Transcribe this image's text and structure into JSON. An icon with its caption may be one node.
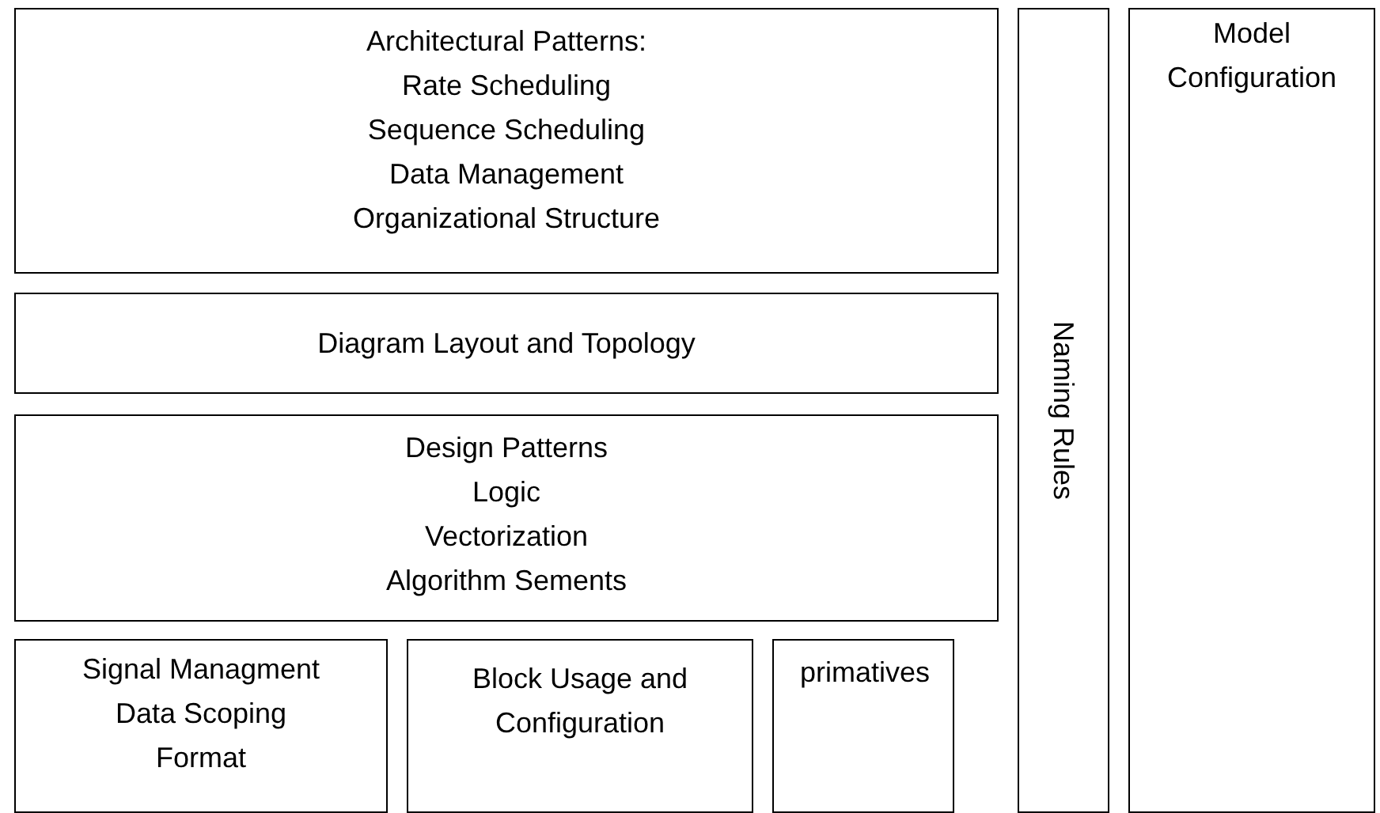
{
  "diagram": {
    "nodes": [
      {
        "text": [
          "Architectural Patterns:",
          "Rate Scheduling",
          "Sequence Scheduling",
          "Data Management",
          "Organizational Structure"
        ]
      },
      {
        "text": [
          "Diagram Layout and Topology"
        ]
      },
      {
        "text": [
          "Design Patterns",
          "Logic",
          "Vectorization",
          "Algorithm Sements"
        ]
      },
      {
        "text": [
          "Signal Managment",
          "Data Scoping",
          "Format"
        ]
      },
      {
        "text": [
          "Block Usage and Configuration"
        ]
      },
      {
        "text": [
          "primatives"
        ]
      },
      {
        "text": [
          "Naming Rules"
        ]
      },
      {
        "text": [
          "Model Configuration"
        ]
      }
    ]
  }
}
